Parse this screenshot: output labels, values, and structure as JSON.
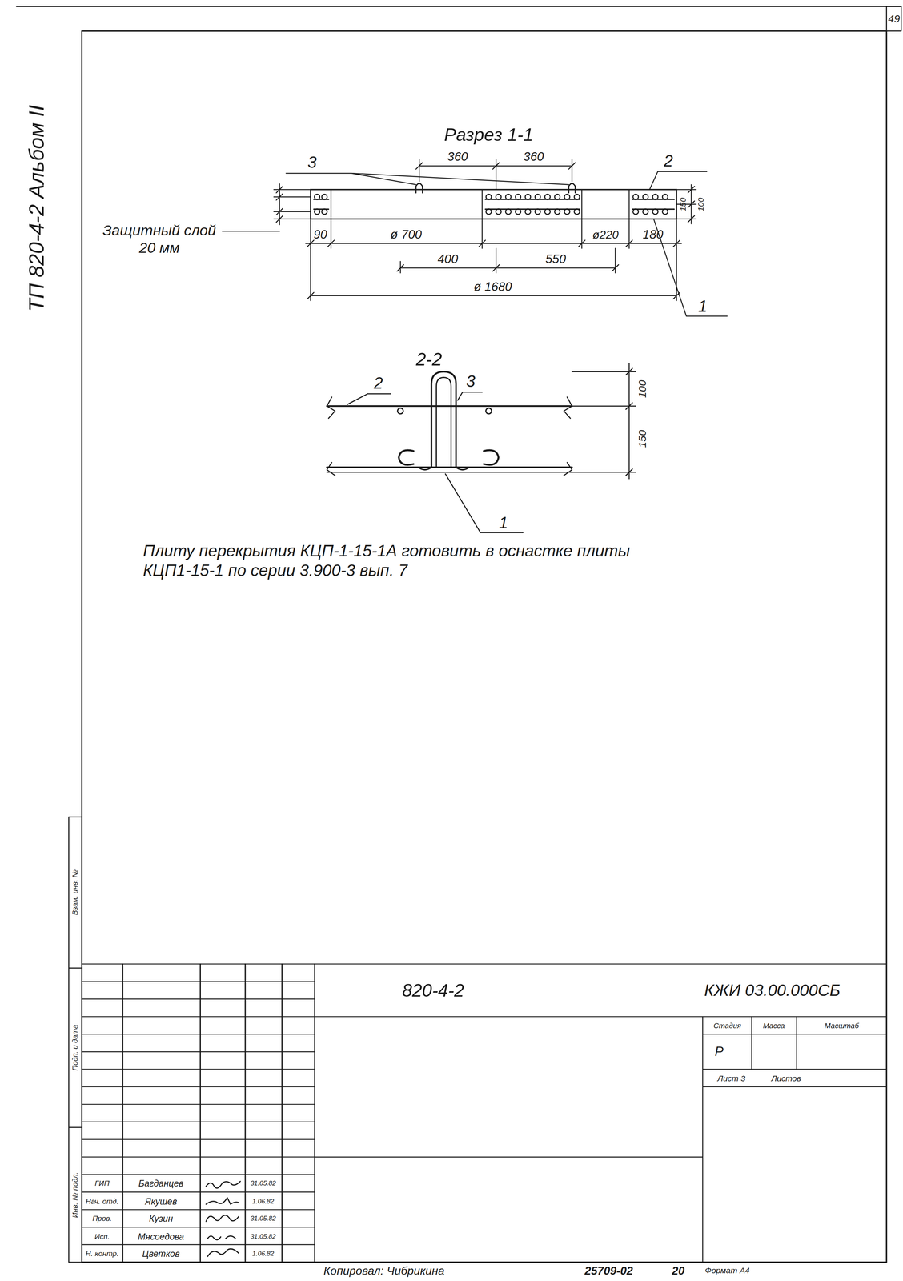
{
  "diagram": {
    "labels": [
      "49",
      "ТП 820-4-2 Альбом II",
      "Разрез 1-1",
      "3",
      "360",
      "360",
      "2",
      "100",
      "150",
      "Защитный слой 20 мм",
      "90",
      "ø 700",
      "ø220",
      "180",
      "400",
      "550",
      "ø 1680",
      "1",
      "2-2",
      "2",
      "3",
      "100",
      "150",
      "1",
      "Плиту перекрытия КЦП-1-15-1А готовить в оснастке плиты КЦП1-15-1 по серии 3.900-3 вып. 7",
      "Взам. инв. №",
      "Подп. и дата",
      "Инв. № подл.",
      "820-4-2",
      "КЖИ 03.00.000СБ",
      "Стадия",
      "Масса",
      "Масштаб",
      "Р",
      "Лист 3",
      "Листов",
      "ГИП",
      "Багданцев",
      "31.05.82",
      "Нач. отд.",
      "Якушев",
      "1.06.82",
      "Пров.",
      "Кузин",
      "31.05.82",
      "Исп.",
      "Мясоедова",
      "31.05.82",
      "Н. контр.",
      "Цветков",
      "1.06.82",
      "Копировал: Чибрикина",
      "25709-02",
      "20",
      "Формат А4"
    ]
  }
}
